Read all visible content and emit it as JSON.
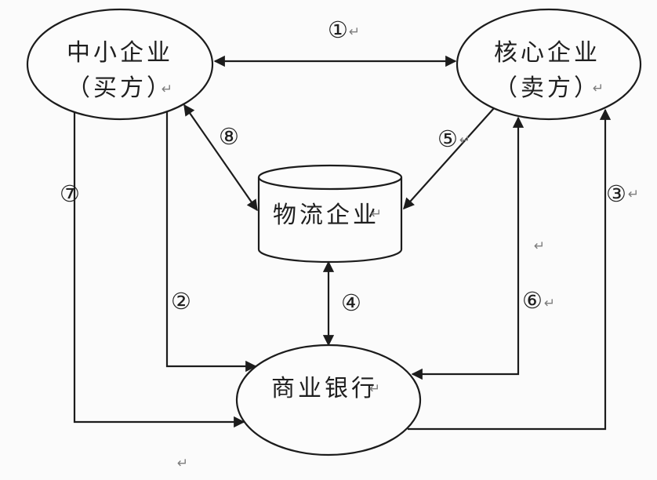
{
  "diagram": {
    "type": "flow-relationship-diagram",
    "nodes": {
      "sme": {
        "line1": "中小企业",
        "line2": "（买方）"
      },
      "core": {
        "line1": "核心企业",
        "line2": "（卖方）"
      },
      "logistics": {
        "label": "物流企业"
      },
      "bank": {
        "label": "商业银行"
      }
    },
    "edge_labels": {
      "n1": "①",
      "n2": "②",
      "n3": "③",
      "n4": "④",
      "n5": "⑤",
      "n6": "⑥",
      "n7": "⑦",
      "n8": "⑧"
    },
    "edges": [
      {
        "id": "1",
        "from": "sme",
        "to": "core",
        "bidirectional": true
      },
      {
        "id": "2",
        "from": "sme",
        "to": "bank",
        "bidirectional": false
      },
      {
        "id": "3",
        "from": "bank",
        "to": "core",
        "bidirectional": false
      },
      {
        "id": "4",
        "from": "logistics",
        "to": "bank",
        "bidirectional": true
      },
      {
        "id": "5",
        "from": "core",
        "to": "logistics",
        "bidirectional": false
      },
      {
        "id": "6",
        "from": "core",
        "to": "bank",
        "bidirectional": true
      },
      {
        "id": "7",
        "from": "sme",
        "to": "bank",
        "bidirectional": false
      },
      {
        "id": "8",
        "from": "sme",
        "to": "logistics",
        "bidirectional": true
      }
    ],
    "marks": {
      "return_symbol": "↵"
    }
  },
  "colors": {
    "line": "#1c1c1c",
    "text": "#1f1f1f",
    "mark": "#7d7d7d",
    "background": "#fbfbfb",
    "shape_fill": "#fcfcfc"
  }
}
